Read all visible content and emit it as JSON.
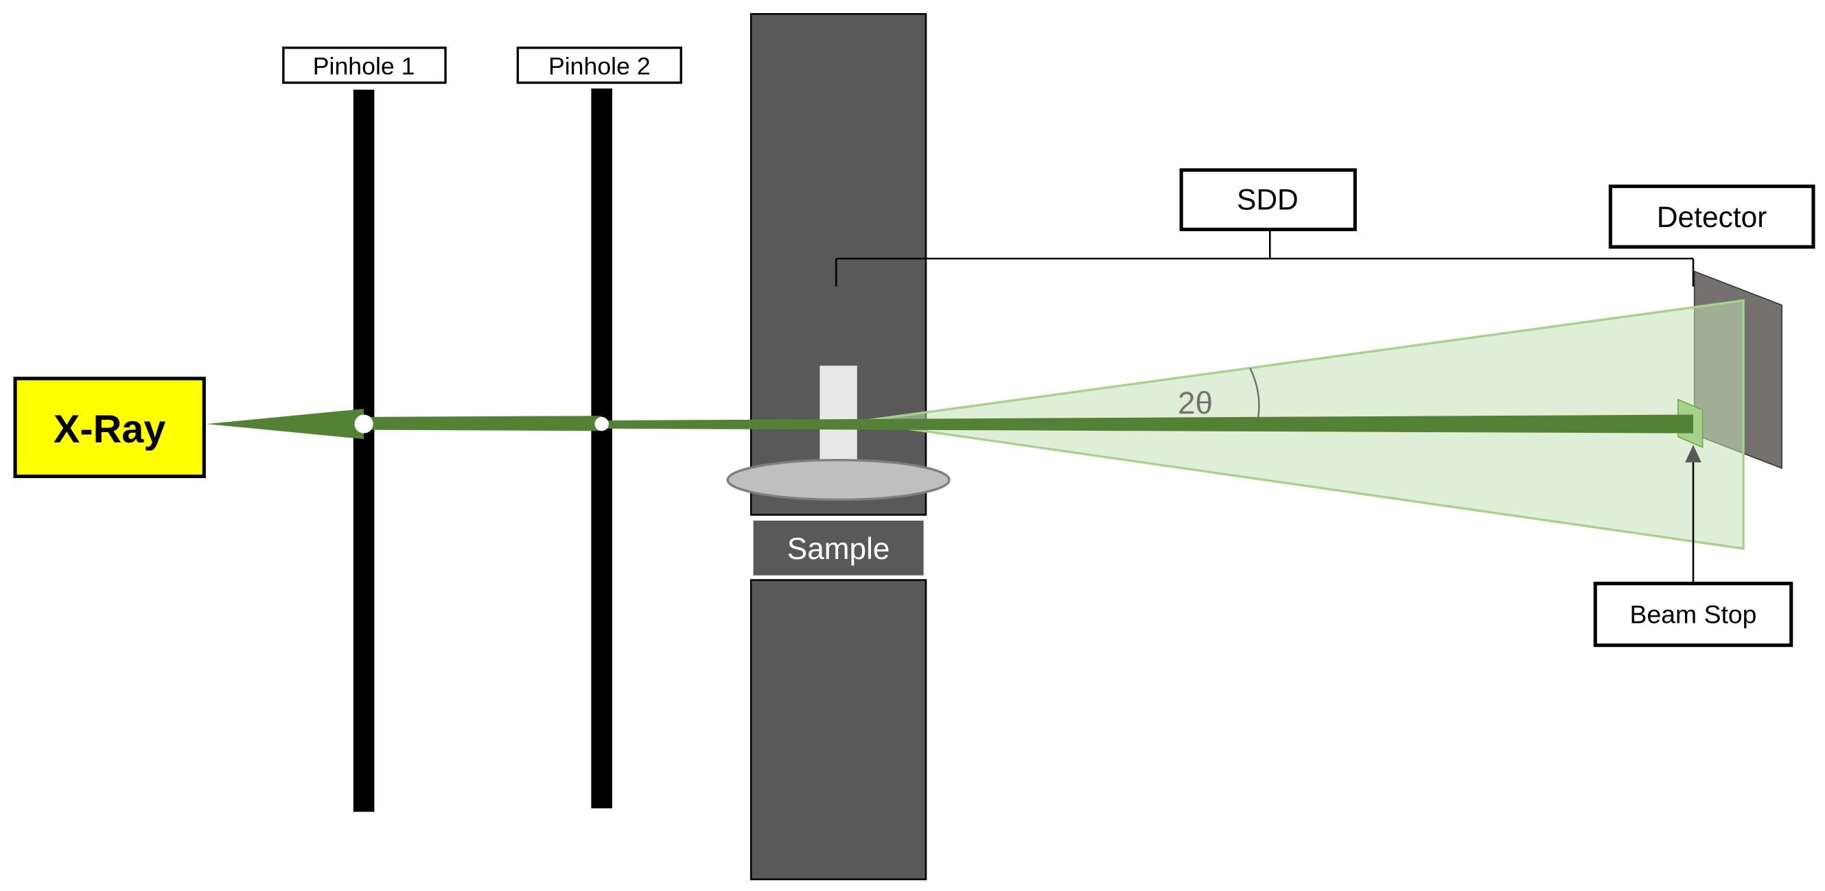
{
  "labels": {
    "xray": "X-Ray",
    "pinhole1": "Pinhole 1",
    "pinhole2": "Pinhole 2",
    "sample": "Sample",
    "sdd": "SDD",
    "detector": "Detector",
    "beam_stop": "Beam Stop",
    "angle": "2θ"
  },
  "colors": {
    "beam": "#548235",
    "scatter_cone": "#c5e0b4",
    "sample_holder": "#595959",
    "xray_source": "#ffff00",
    "detector": "#767171",
    "pinhole": "#000000"
  }
}
